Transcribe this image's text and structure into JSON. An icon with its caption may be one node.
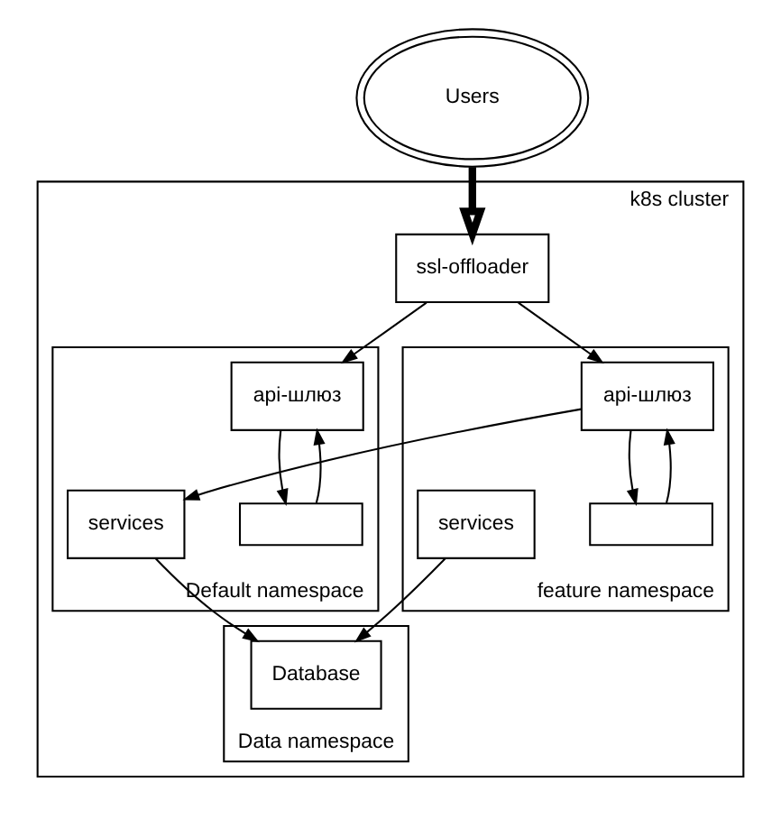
{
  "diagram": {
    "nodes": [
      {
        "text": [
          "Users"
        ]
      },
      {
        "text": [
          "k8s cluster"
        ]
      },
      {
        "text": [
          "ssl-offloader"
        ],
        "in": 1
      },
      {
        "text": [
          "Default namespace"
        ],
        "in": 1
      },
      {
        "text": [
          "api-шлюз"
        ],
        "in": 3
      },
      {
        "text": [],
        "shape": "box",
        "in": 3
      },
      {
        "text": [
          "services"
        ],
        "in": 3
      },
      {
        "text": [
          "feature namespace"
        ],
        "in": 1
      },
      {
        "text": [
          "api-шлюз"
        ],
        "in": 7
      },
      {
        "text": [],
        "shape": "box",
        "in": 7
      },
      {
        "text": [
          "services"
        ],
        "in": 7
      },
      {
        "text": [
          "Data namespace"
        ],
        "in": 1
      },
      {
        "text": [
          "Database"
        ],
        "in": 11
      }
    ],
    "edges": [
      {
        "from": 0,
        "to": 2,
        "arrow": "to",
        "style": "thick"
      },
      {
        "from": 2,
        "to": 4,
        "arrow": "to"
      },
      {
        "from": 2,
        "to": 8,
        "arrow": "to"
      },
      {
        "from": 4,
        "to": 5,
        "arrow": "to"
      },
      {
        "from": 5,
        "to": 4,
        "arrow": "to"
      },
      {
        "from": 8,
        "to": 9,
        "arrow": "to"
      },
      {
        "from": 9,
        "to": 8,
        "arrow": "to"
      },
      {
        "from": 8,
        "to": 6,
        "arrow": "to"
      },
      {
        "from": 6,
        "to": 12,
        "arrow": "to"
      },
      {
        "from": 10,
        "to": 12,
        "arrow": "to"
      }
    ]
  }
}
